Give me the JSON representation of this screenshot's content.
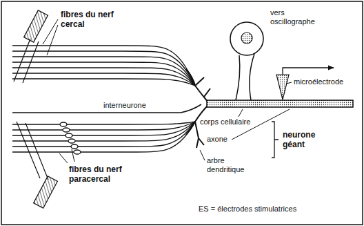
{
  "diagram": {
    "labels": [
      "fibres du nerf cercal",
      "vers oscillographe",
      "microélectrode",
      "interneurone",
      "corps cellulaire",
      "axone",
      "neurone géant",
      "arbre dendritique",
      "fibres du nerf paracercal",
      "ES = électrodes stimulatrices"
    ]
  }
}
